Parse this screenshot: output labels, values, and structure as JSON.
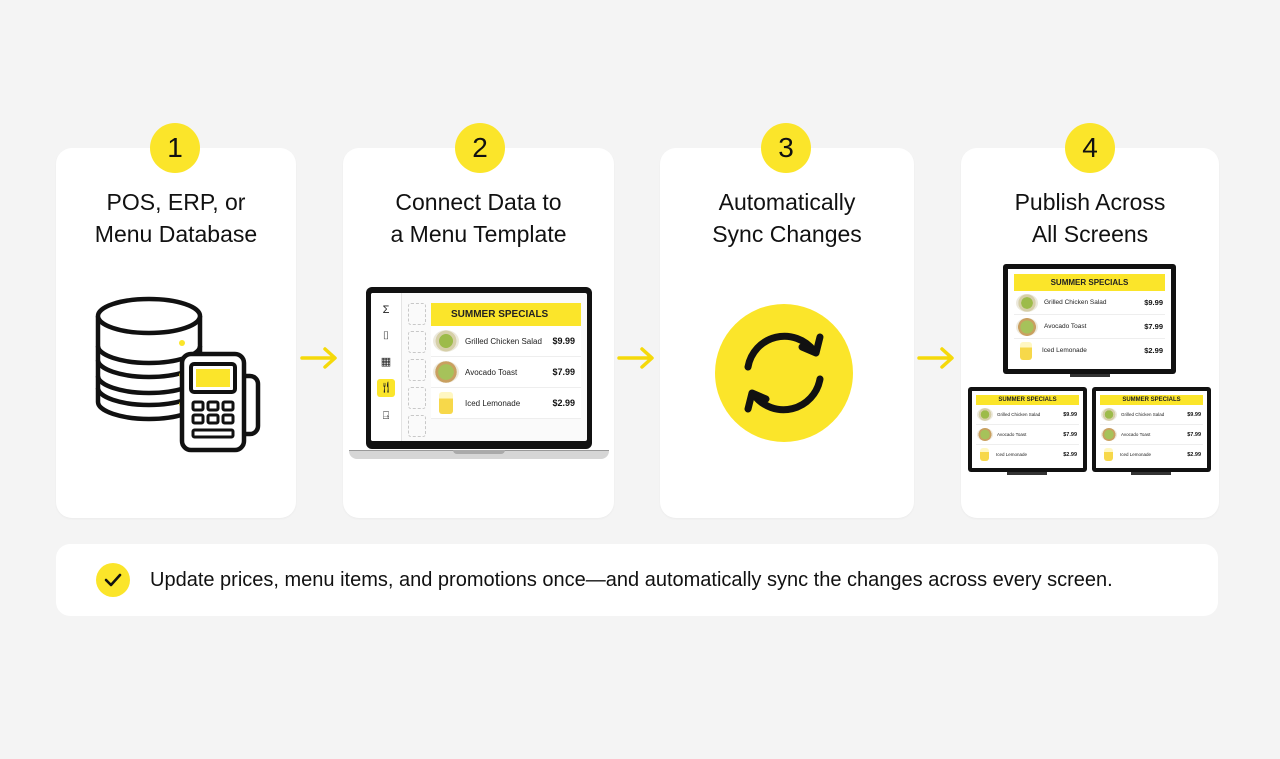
{
  "steps": [
    {
      "number": "1",
      "title_line1": "POS, ERP, or",
      "title_line2": "Menu Database"
    },
    {
      "number": "2",
      "title_line1": "Connect Data to",
      "title_line2": "a Menu Template"
    },
    {
      "number": "3",
      "title_line1": "Automatically",
      "title_line2": "Sync Changes"
    },
    {
      "number": "4",
      "title_line1": "Publish Across",
      "title_line2": "All Screens"
    }
  ],
  "menu": {
    "header": "SUMMER SPECIALS",
    "items": [
      {
        "name": "Grilled Chicken Salad",
        "price": "$9.99"
      },
      {
        "name": "Avocado Toast",
        "price": "$7.99"
      },
      {
        "name": "Iced Lemonade",
        "price": "$2.99"
      }
    ]
  },
  "footer": {
    "text": "Update prices, menu items, and promotions once—and automatically sync the changes across every screen."
  },
  "colors": {
    "accent": "#fbe52a",
    "background": "#f4f4f4",
    "card": "#ffffff",
    "ink": "#111111"
  },
  "icons": [
    "database-icon",
    "pos-terminal-icon",
    "arrow-right-icon",
    "sync-icon",
    "checkmark-icon",
    "utensils-icon"
  ]
}
